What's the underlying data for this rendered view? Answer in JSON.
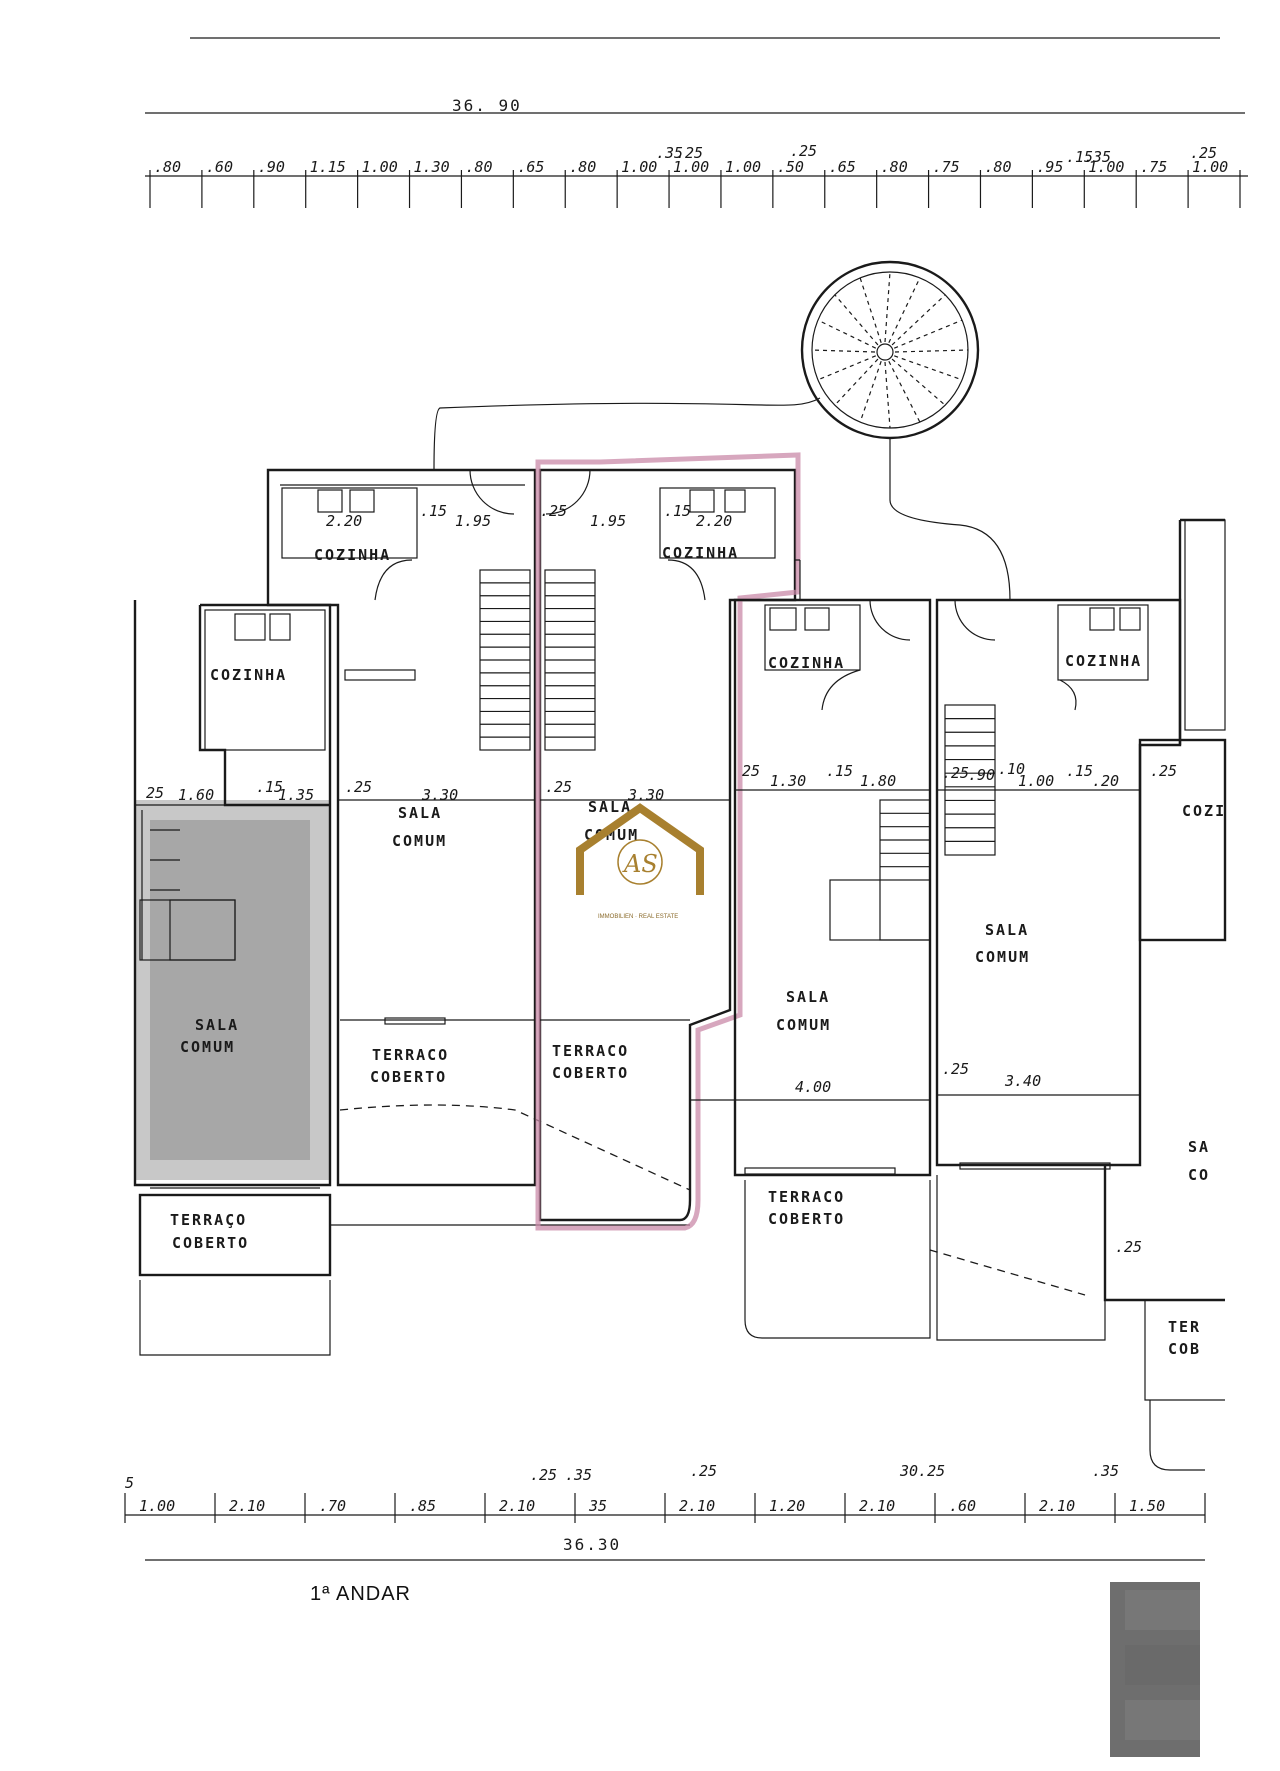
{
  "top_dims": {
    "total": "36. 90",
    "segments": [
      ".80",
      ".60",
      ".90",
      "1.15",
      "1.00",
      "1.30",
      ".80",
      ".65",
      ".80",
      "1.00",
      "1.00",
      "1.00",
      ".50",
      ".65",
      ".80",
      ".75",
      ".80",
      ".95",
      "1.00",
      ".75",
      "1.00"
    ],
    "small": [
      ".35",
      ".25",
      ".25",
      ".15",
      ".35",
      ".25"
    ]
  },
  "bottom_dims": {
    "total": "36.30",
    "segments": [
      "1.00",
      "2.10",
      ".70",
      ".85",
      "2.10",
      "35",
      "2.10",
      "1.20",
      "2.10",
      ".60",
      "2.10",
      "1.50"
    ],
    "small": [
      "5",
      ".25",
      ".35",
      ".25",
      "30.25",
      ".35"
    ]
  },
  "rooms": {
    "cozinha": "COZINHA",
    "cozinha_cut": "COZI",
    "sala": "SALA",
    "comum": "COMUM",
    "sala_short": "SA",
    "comum_short": "CO",
    "terraco": "TERRAÇO",
    "terraco_plain": "TERRACO",
    "coberto": "COBERTO",
    "terraco_cut": "TER",
    "coberto_cut": "COB"
  },
  "interior_dims": {
    "d220a": "2.20",
    "d15a": ".15",
    "d195a": "1.95",
    "d25a": ".25",
    "d195b": "1.95",
    "d15b": ".15",
    "d220b": "2.20",
    "d25b": "25",
    "d160": "1.60",
    "d15c": ".15",
    "d135": "1.35",
    "d25c": ".25",
    "d330a": "3.30",
    "d25d": ".25",
    "d330b": "3.30",
    "d25e": "25",
    "d130": "1.30",
    "d15d": ".15",
    "d180": "1.80",
    "d25f": ".25",
    "d90": ".90",
    "d10": ".10",
    "d100": "1.00",
    "d15e": ".15",
    "d20": ".20",
    "d25g": ".25",
    "d400": "4.00",
    "d25h": ".25",
    "d340": "3.40",
    "d25i": ".25"
  },
  "floor_label": "1ª ANDAR",
  "logo": {
    "initials": "AS",
    "tagline": "IMMOBILIEN · REAL ESTATE"
  },
  "colors": {
    "ink": "#1a1a1a",
    "highlight": "#c98aa8",
    "logo_gold": "#a8802f"
  }
}
